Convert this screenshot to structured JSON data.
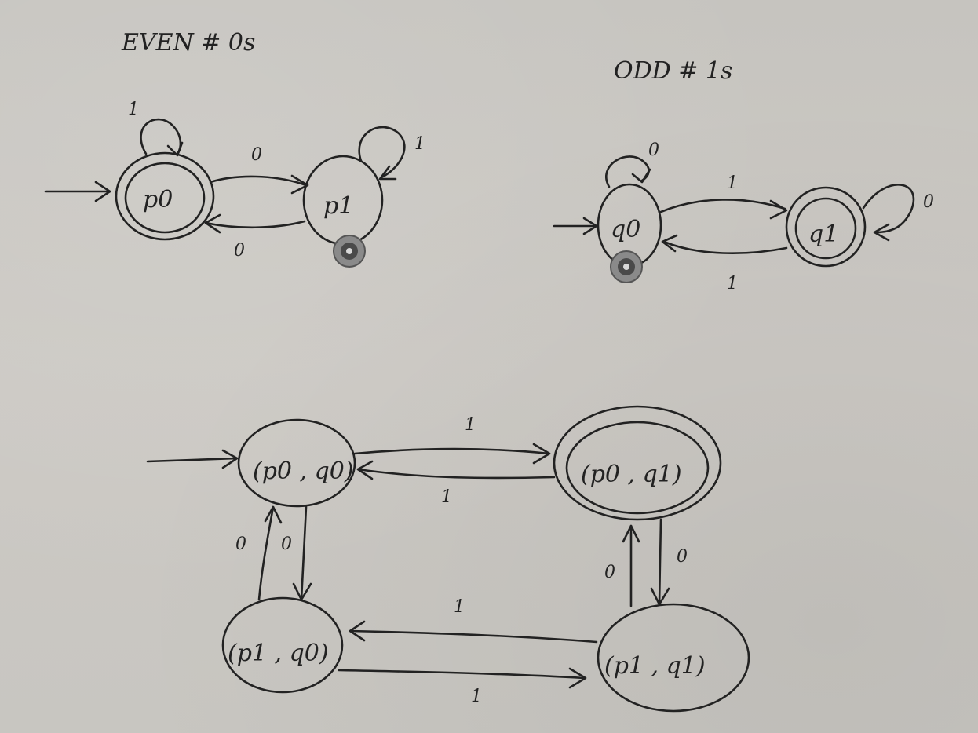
{
  "titles": {
    "even": "EVEN # 0s",
    "odd": "ODD # 1s"
  },
  "states": {
    "p0": "p0",
    "p1": "p1",
    "q0": "q0",
    "q1": "q1",
    "p0q0": "(p0 , q0)",
    "p0q1": "(p0 , q1)",
    "p1q0": "(p1 , q0)",
    "p1q1": "(p1 , q1)"
  },
  "transitions": {
    "p0_loop": "1",
    "p0_to_p1": "0",
    "p1_to_p0": "0",
    "p1_loop": "1",
    "q0_loop": "0",
    "q0_to_q1": "1",
    "q1_to_q0": "1",
    "q1_loop": "0",
    "p0q0_to_p0q1": "1",
    "p0q1_to_p0q0": "1",
    "p0q0_to_p1q0": "0",
    "p1q0_to_p0q0": "0",
    "p0q1_to_p1q1": "0",
    "p1q1_to_p0q1": "0",
    "p1q1_to_p1q0": "1",
    "p1q0_to_p1q1": "1"
  },
  "colors": {
    "background": "#c9c7c2",
    "ink": "#222222",
    "magnet": "#8a8a8a"
  }
}
